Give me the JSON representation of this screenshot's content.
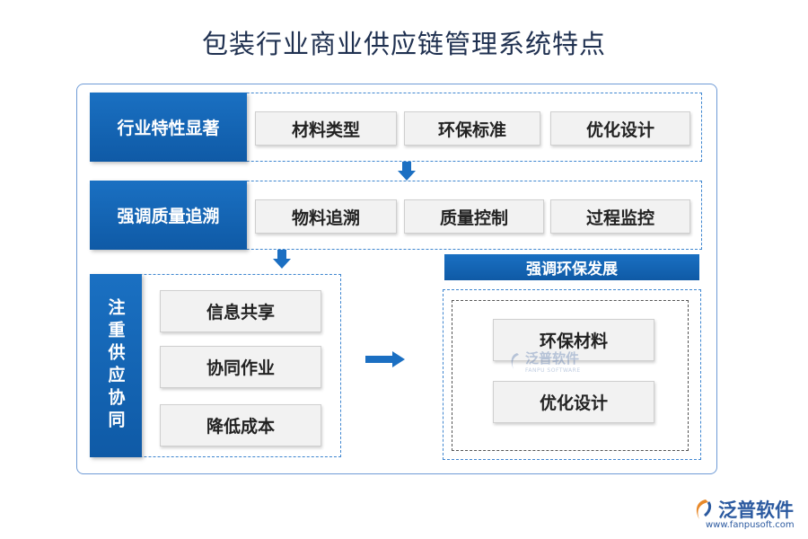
{
  "title": "包装行业商业供应链管理系统特点",
  "row1": {
    "label": "行业特性显著",
    "items": [
      "材料类型",
      "环保标准",
      "优化设计"
    ]
  },
  "row2": {
    "label": "强调质量追溯",
    "items": [
      "物料追溯",
      "质量控制",
      "过程监控"
    ]
  },
  "left_group": {
    "label": "注重供应协同",
    "items": [
      "信息共享",
      "协同作业",
      "降低成本"
    ]
  },
  "right_group": {
    "label": "强调环保发展",
    "items": [
      "环保材料",
      "优化设计"
    ]
  },
  "watermark": {
    "text": "泛普软件",
    "sub": "FANPU SOFTWARE"
  },
  "logo": {
    "brand": "泛普软件",
    "site": "www.fanpusoft.com"
  },
  "colors": {
    "accent_blue": "#0f5aa6",
    "dash_blue": "#3f86d0",
    "title": "#1f3050"
  }
}
